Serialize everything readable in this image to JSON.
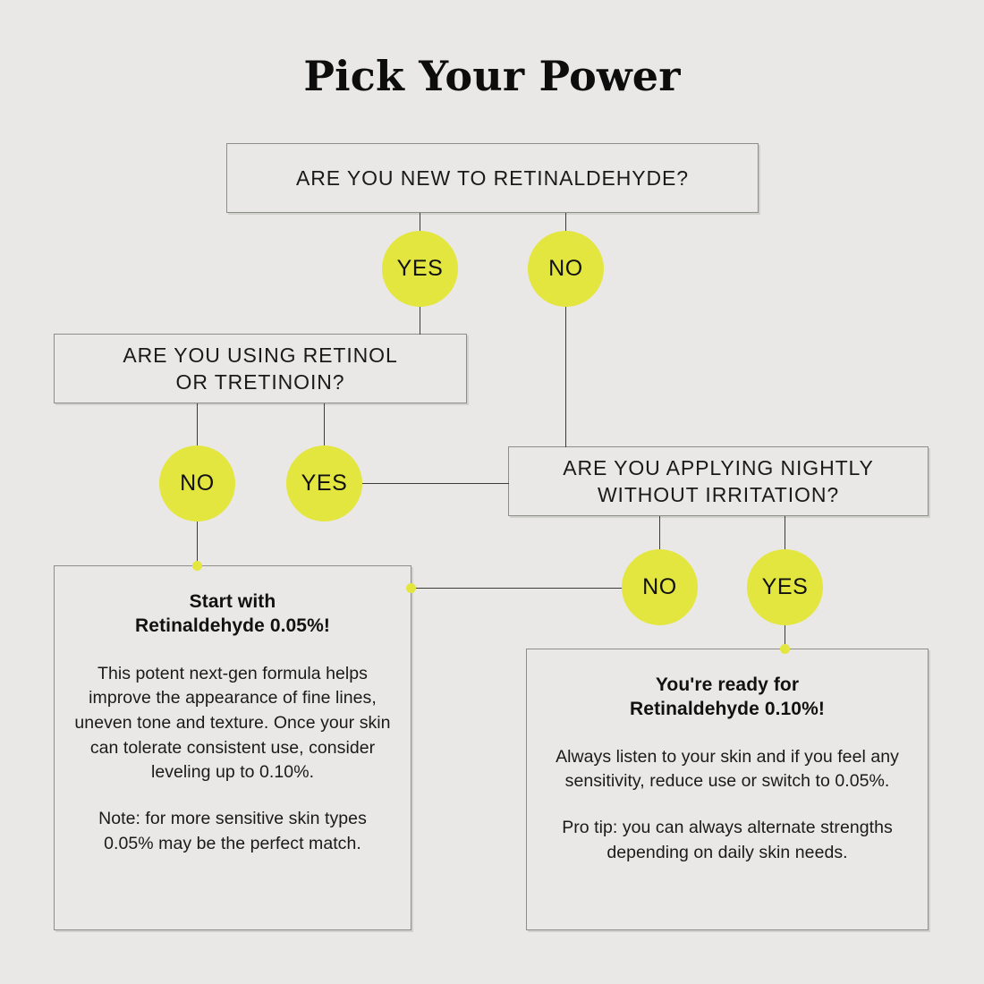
{
  "title": "Pick Your Power",
  "questions": {
    "q1": "ARE YOU NEW TO RETINALDEHYDE?",
    "q2_line1": "ARE YOU USING RETINOL",
    "q2_line2": "OR TRETINOIN?",
    "q3_line1": "ARE YOU APPLYING NIGHTLY",
    "q3_line2": "WITHOUT IRRITATION?"
  },
  "answers": {
    "yes1": "YES",
    "no1": "NO",
    "no2": "NO",
    "yes2": "YES",
    "no3": "NO",
    "yes3": "YES"
  },
  "results": {
    "left": {
      "heading_line1": "Start with",
      "heading_line2": "Retinaldehyde 0.05%!",
      "paragraph1": "This potent next-gen formula helps improve the appearance of fine lines, uneven tone and texture. Once your skin can tolerate consistent use, consider leveling up to 0.10%.",
      "paragraph2": "Note: for more sensitive skin types 0.05% may be the perfect match."
    },
    "right": {
      "heading_line1": "You're ready for",
      "heading_line2": "Retinaldehyde 0.10%!",
      "paragraph1": "Always listen to your skin and if you feel any sensitivity, reduce use or switch to 0.05%.",
      "paragraph2": "Pro tip: you can always alternate strengths depending on daily skin needs."
    }
  },
  "colors": {
    "background": "#e9e8e6",
    "accent_yellow": "#e3e63f",
    "line": "#3a3a38",
    "box_border": "#8d8d8a",
    "text": "#111111"
  }
}
